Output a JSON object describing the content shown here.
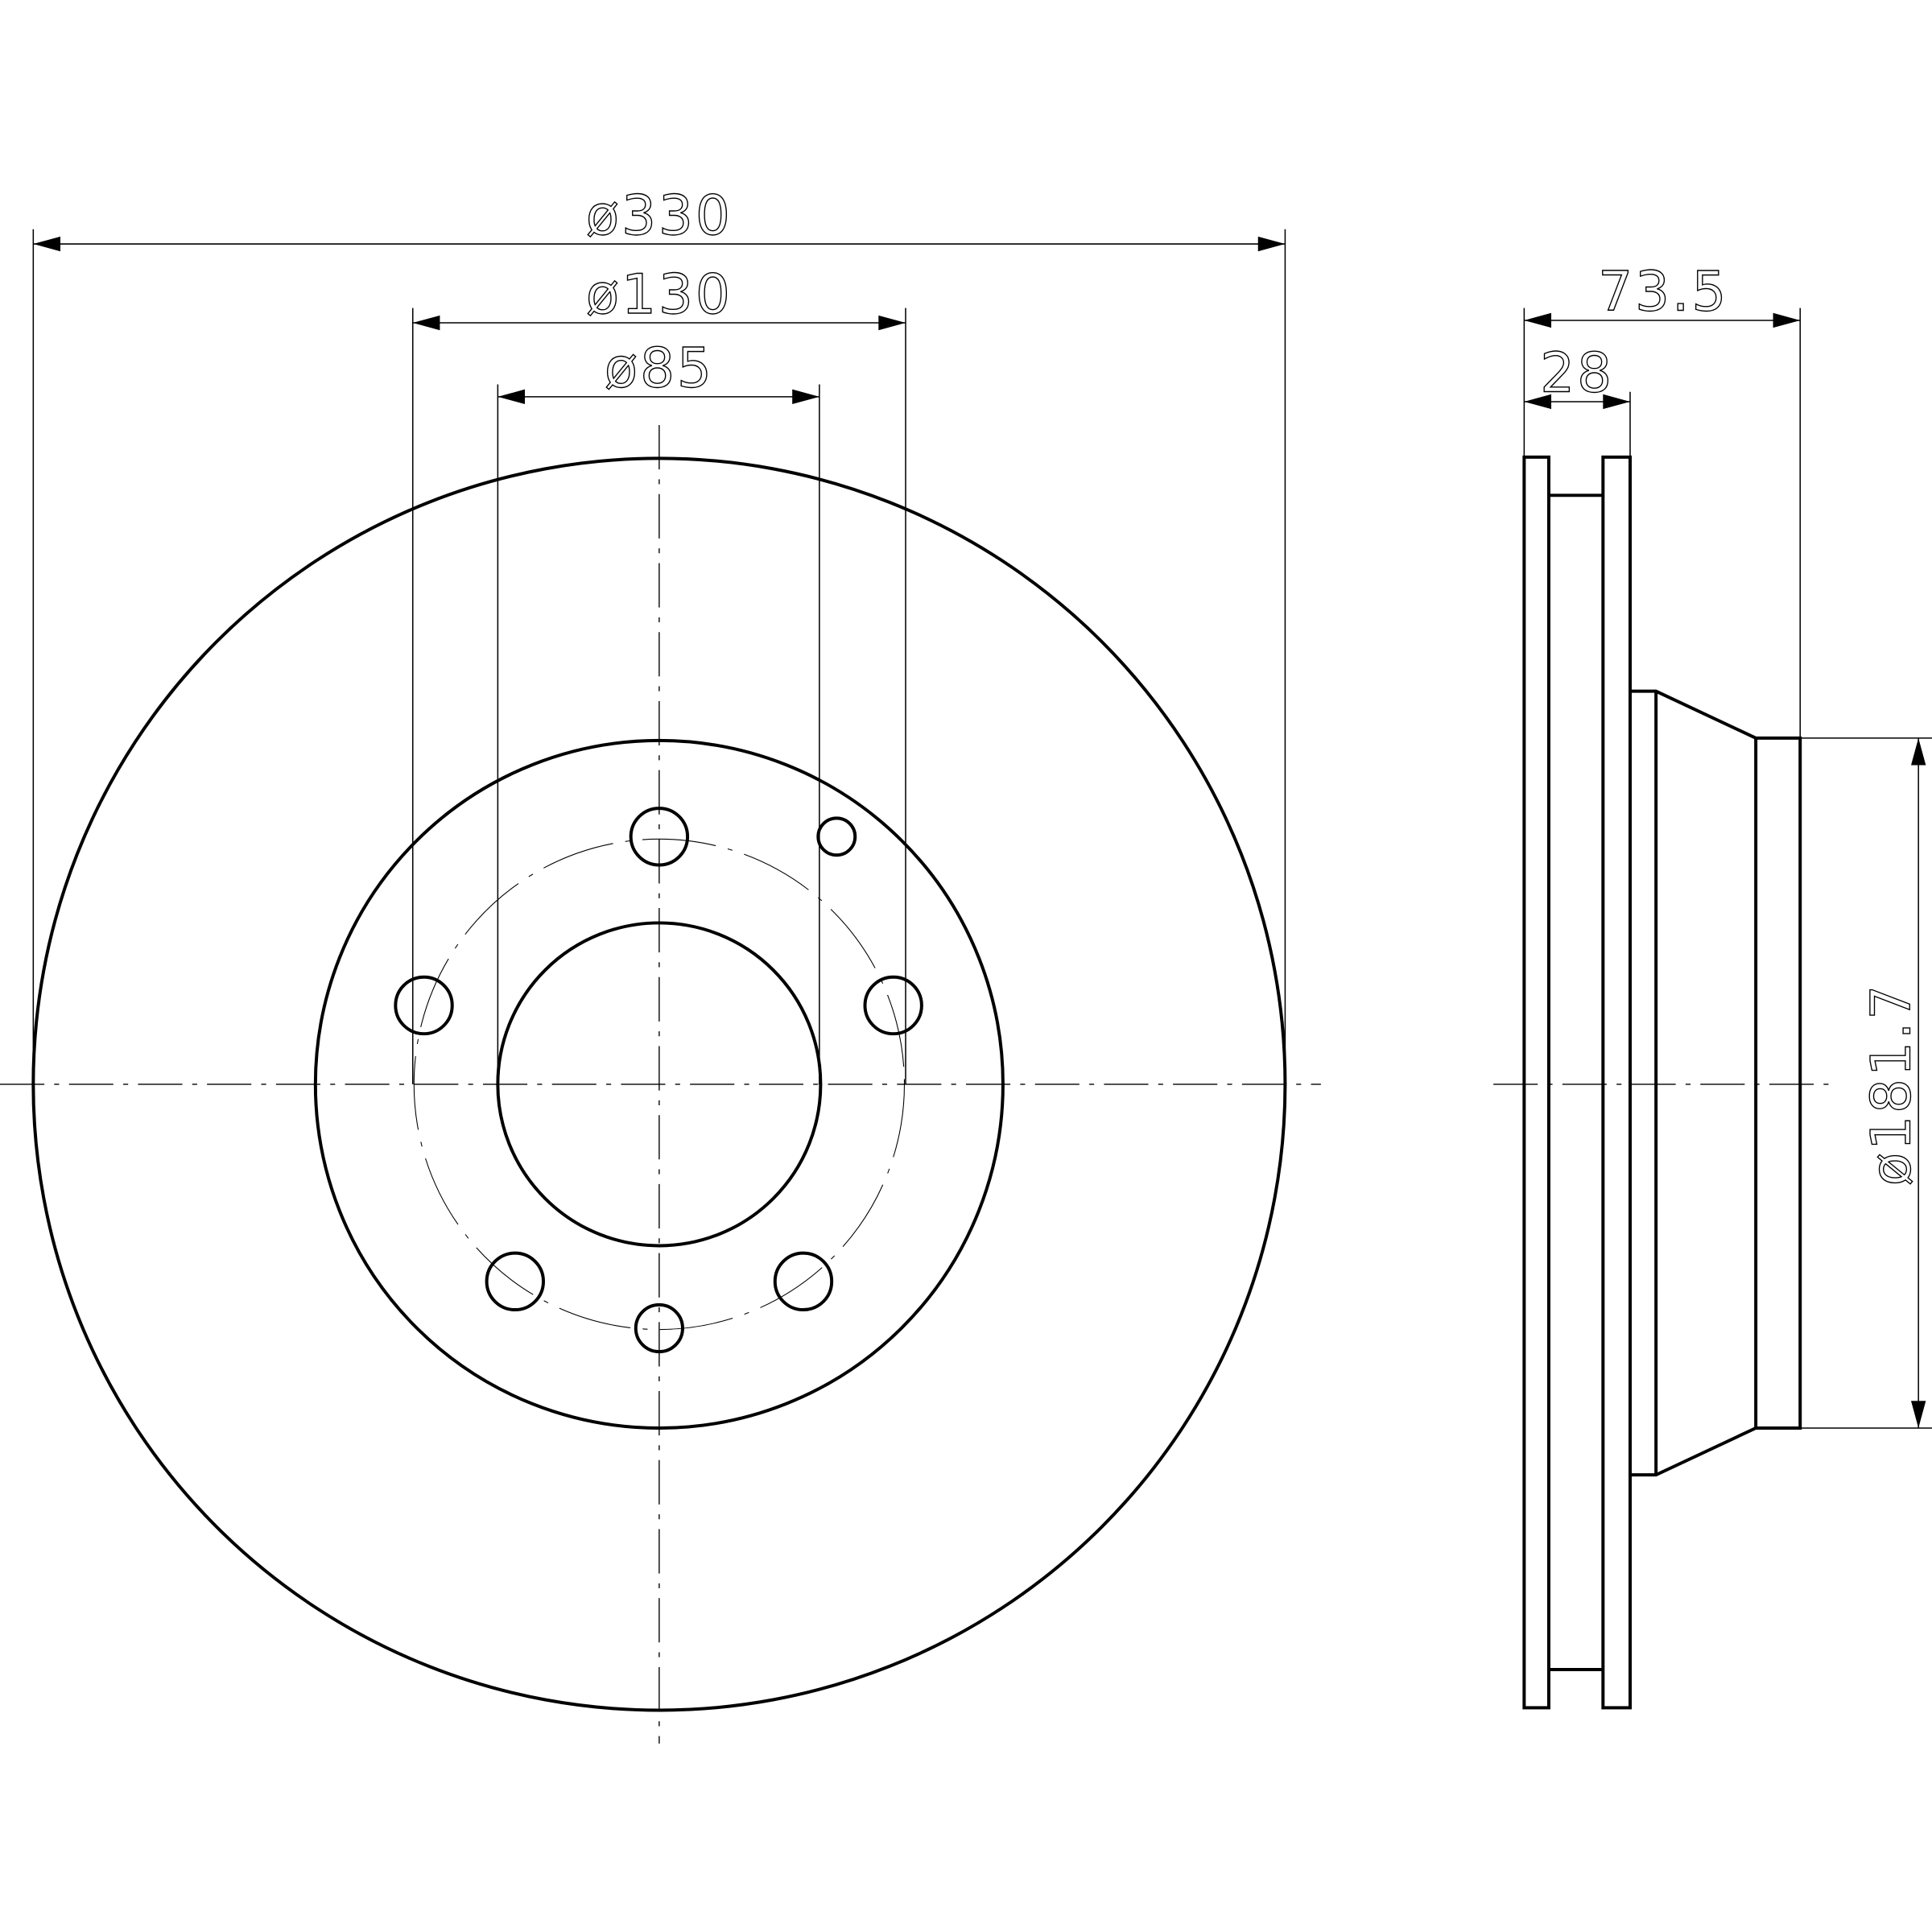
{
  "drawing": {
    "type": "brake-disc-technical-drawing",
    "front_view": {
      "outer_diameter": "ø330",
      "pcd_diameter": "ø130",
      "center_bore_diameter": "ø85",
      "bolt_holes": 6,
      "locator_holes": 1
    },
    "side_view": {
      "overall_height": "73.5",
      "disc_thickness": "28",
      "hat_diameter": "ø181.7"
    }
  },
  "labels": {
    "d330": "ø330",
    "d130": "ø130",
    "d85": "ø85",
    "h735": "73.5",
    "t28": "28",
    "d1817": "ø181.7"
  },
  "colors": {
    "line": "#000000",
    "background": "#ffffff"
  }
}
